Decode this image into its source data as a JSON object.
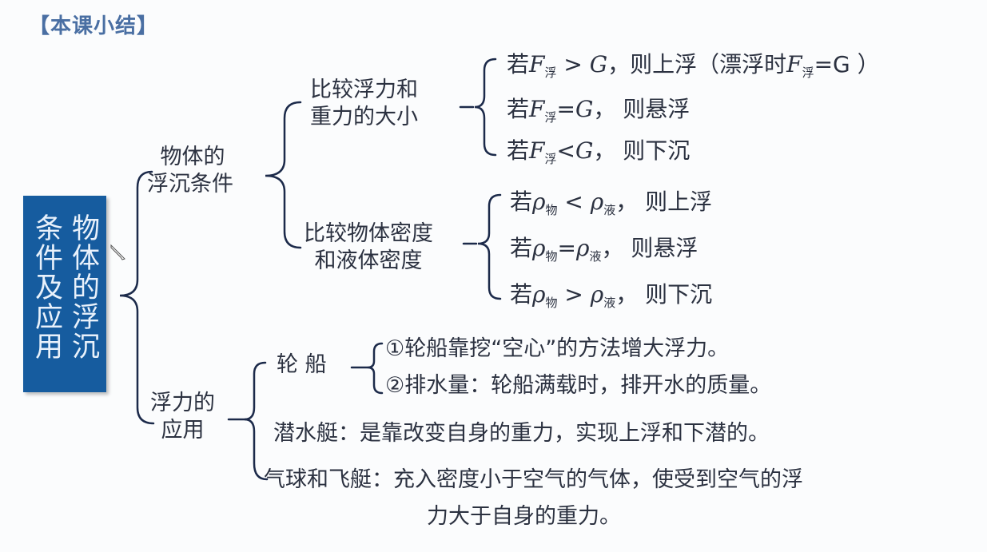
{
  "title": "【本课小结】",
  "root": {
    "col1": "物体的浮沉",
    "col2": "条件及应用"
  },
  "branches": {
    "conditions": {
      "label_line1": "物体的",
      "label_line2": "浮沉条件",
      "force": {
        "label_line1": "比较浮力和",
        "label_line2": "重力的大小",
        "items": [
          {
            "prefix": "若",
            "lhs": "F",
            "lhs_sub": "浮",
            "op": " > ",
            "rhs": "G",
            "rhs_sub": "",
            "result": "，则上浮（漂浮时",
            "note_lhs": "F",
            "note_sub": "浮",
            "note_rest": "=G ）"
          },
          {
            "prefix": "若",
            "lhs": "F",
            "lhs_sub": "浮",
            "op": "=",
            "rhs": "G",
            "rhs_sub": "",
            "result": "，  则悬浮"
          },
          {
            "prefix": "若",
            "lhs": "F",
            "lhs_sub": "浮",
            "op": "<",
            "rhs": "G",
            "rhs_sub": "",
            "result": "，  则下沉"
          }
        ]
      },
      "density": {
        "label_line1": "比较物体密度",
        "label_line2": "和液体密度",
        "items": [
          {
            "prefix": "若",
            "lhs": "ρ",
            "lhs_sub": "物",
            "op": " < ",
            "rhs": "ρ",
            "rhs_sub": "液",
            "result": "，  则上浮"
          },
          {
            "prefix": "若",
            "lhs": "ρ",
            "lhs_sub": "物",
            "op": "=",
            "rhs": "ρ",
            "rhs_sub": "液",
            "result": "，   则悬浮"
          },
          {
            "prefix": "若",
            "lhs": "ρ",
            "lhs_sub": "物",
            "op": " > ",
            "rhs": "ρ",
            "rhs_sub": "液",
            "result": "，   则下沉"
          }
        ]
      }
    },
    "applications": {
      "label_line1": "浮力的",
      "label_line2": "应用",
      "ship": {
        "label": "轮  船",
        "items": [
          "①轮船靠挖“空心”的方法增大浮力。",
          "②排水量：轮船满载时，排开水的质量。"
        ]
      },
      "submarine": "潜水艇：是靠改变自身的重力，实现上浮和下潜的。",
      "balloon_line1": "气球和飞艇：充入密度小于空气的气体，使受到空气的浮",
      "balloon_line2": "力大于自身的重力。"
    }
  },
  "colors": {
    "title": "#4a6fa3",
    "root_box": "#165c9f",
    "root_text": "#e8f1fb",
    "bracket": "#1c2a4a",
    "text": "#2b3140"
  }
}
